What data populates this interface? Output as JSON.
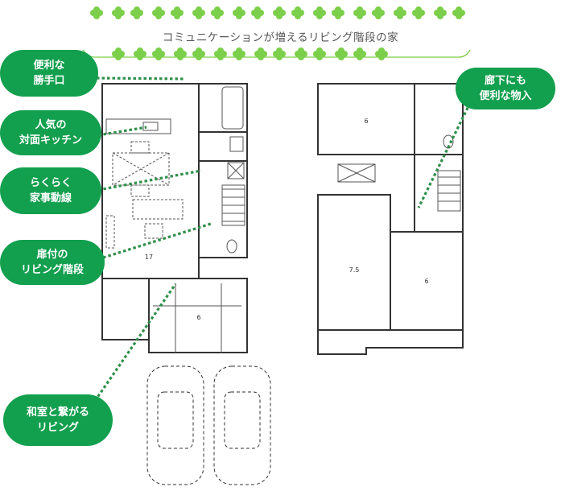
{
  "title": "コミュニケーションが増えるリビング階段の家",
  "callouts": {
    "katteguchi": "便利な\n勝手口",
    "kitchen": "人気の\n対面キッチン",
    "doushen": "らくらく\n家事動線",
    "kaidan": "扉付の\nリビング階段",
    "washitsu": "和室と繋がる\nリビング",
    "monoire": "廊下にも\n便利な物入"
  },
  "rooms": {
    "living": "17",
    "washitsu": "6",
    "upper_top": "6",
    "upper_left": "7.5",
    "upper_right": "6"
  },
  "colors": {
    "accent": "#129f4e",
    "leader": "#2f8f4a",
    "leaf": "#7ccf4a",
    "wall": "#333333"
  }
}
